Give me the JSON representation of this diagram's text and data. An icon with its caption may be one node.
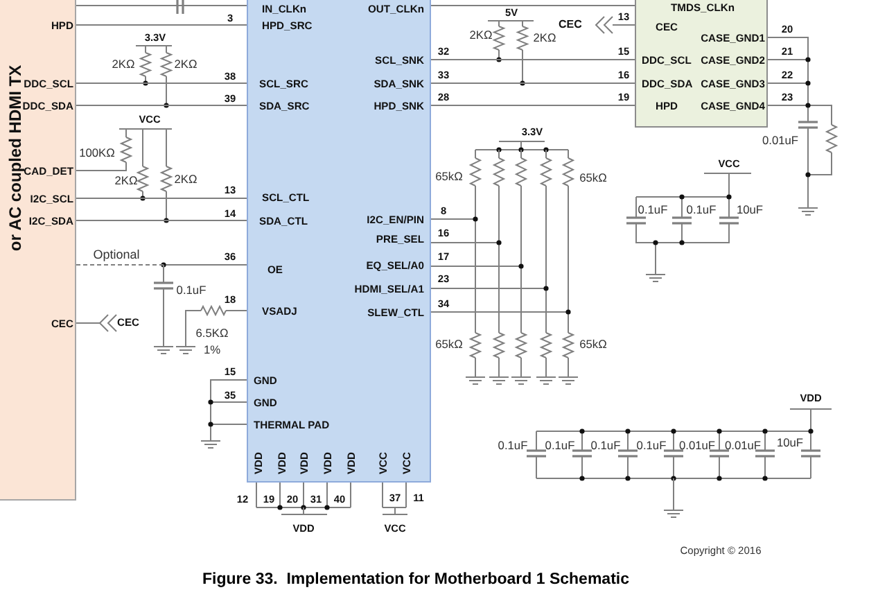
{
  "diagram": {
    "caption": "Figure 33.  Implementation for Motherboard 1 Schematic",
    "nodes": [
      {
        "text": [
          "or AC coupled HDMI TX",
          "HPD",
          "DDC_SCL",
          "DDC_SDA",
          "CAD_DET",
          "I2C_SCL",
          "I2C_SDA",
          "CEC"
        ]
      },
      {
        "text": [
          "IN_CLKn",
          "HPD_SRC",
          "SCL_SRC",
          "SDA_SRC",
          "SCL_CTL",
          "SDA_CTL",
          "OE",
          "VSADJ",
          "GND",
          "GND",
          "THERMAL PAD",
          "VDD",
          "VDD",
          "VDD",
          "VDD",
          "VDD",
          "VCC",
          "VCC",
          "OUT_CLKn",
          "SCL_SNK",
          "SDA_SNK",
          "HPD_SNK",
          "I2C_EN/PIN",
          "PRE_SEL",
          "EQ_SEL/A0",
          "HDMI_SEL/A1",
          "SLEW_CTL"
        ]
      },
      {
        "text": [
          "TMDS_CLKn",
          "CEC",
          "DDC_SCL",
          "DDC_SDA",
          "HPD",
          "CASE_GND1",
          "CASE_GND2",
          "CASE_GND3",
          "CASE_GND4"
        ]
      },
      {
        "text": [
          "CEC"
        ]
      },
      {
        "text": [
          "CEC"
        ]
      }
    ],
    "edges": [
      {
        "from": 0,
        "to": 1,
        "arrow": "none"
      },
      {
        "from": 0,
        "to": 1,
        "arrow": "none"
      },
      {
        "from": 0,
        "to": 1,
        "arrow": "none"
      },
      {
        "from": 0,
        "to": 1,
        "arrow": "none"
      },
      {
        "from": 0,
        "to": 1,
        "arrow": "none"
      },
      {
        "from": 0,
        "to": 1,
        "arrow": "none"
      },
      {
        "from": 0,
        "to": 1,
        "arrow": "none",
        "label": "Optional",
        "style": "dashed"
      },
      {
        "from": 0,
        "to": 3,
        "arrow": "other"
      },
      {
        "from": 1,
        "to": 2,
        "arrow": "none"
      },
      {
        "from": 1,
        "to": 2,
        "arrow": "none"
      },
      {
        "from": 1,
        "to": 2,
        "arrow": "none"
      },
      {
        "from": 1,
        "to": 2,
        "arrow": "none"
      },
      {
        "from": 2,
        "to": 4,
        "arrow": "to"
      }
    ],
    "labels": [
      "3",
      "3.3V",
      "2KΩ",
      "2KΩ",
      "38",
      "39",
      "VCC",
      "100KΩ",
      "2KΩ",
      "2KΩ",
      "13",
      "14",
      "36",
      "0.1uF",
      "18",
      "6.5KΩ",
      "1%",
      "15",
      "35",
      "12",
      "19",
      "20",
      "31",
      "40",
      "37",
      "11",
      "VDD",
      "VCC",
      "5V",
      "2KΩ",
      "2KΩ",
      "13",
      "32",
      "15",
      "33",
      "16",
      "28",
      "19",
      "20",
      "21",
      "22",
      "23",
      "3.3V",
      "65kΩ",
      "65kΩ",
      "0.01uF",
      "VCC",
      "8",
      "0.1uF",
      "0.1uF",
      "10uF",
      "16",
      "17",
      "23",
      "34",
      "65kΩ",
      "65kΩ",
      "VDD",
      "0.1uF",
      "0.1uF",
      "0.1uF",
      "0.1uF",
      "0.01uF",
      "0.01uF",
      "10uF",
      "Copyright © 2016"
    ]
  }
}
